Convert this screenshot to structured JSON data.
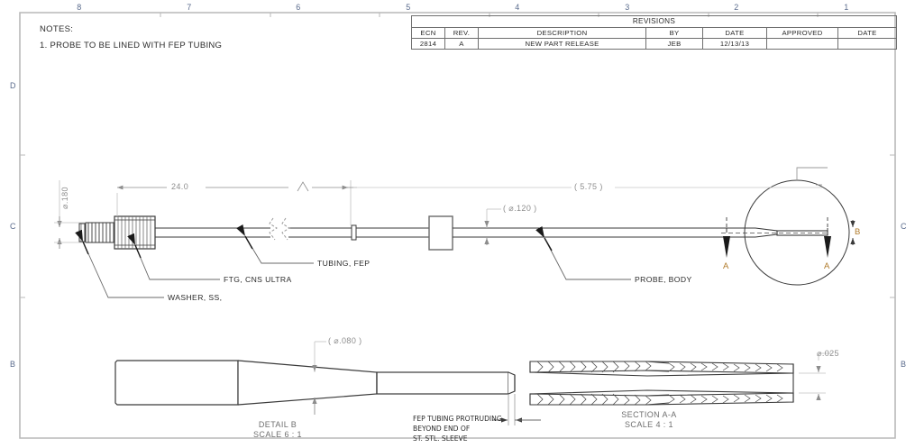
{
  "sheet": {
    "zones_top": [
      "8",
      "7",
      "6",
      "5",
      "4",
      "3",
      "2",
      "1"
    ],
    "zones_left": [
      "D",
      "C",
      "B"
    ],
    "zones_right": [
      "C",
      "B"
    ]
  },
  "notes": {
    "heading": "NOTES:",
    "items": [
      "1.  PROBE TO BE LINED WITH FEP TUBING"
    ]
  },
  "revisions": {
    "title": "REVISIONS",
    "headers": [
      "ECN",
      "REV.",
      "DESCRIPTION",
      "BY",
      "DATE",
      "APPROVED",
      "DATE"
    ],
    "rows": [
      [
        "2814",
        "A",
        "NEW PART RELEASE",
        "JEB",
        "12/13/13",
        "",
        ""
      ]
    ]
  },
  "main_view": {
    "dim_overall_length": "24.0",
    "dim_fitting_dia": "⌀.180",
    "dim_ref_length": "( 5.75 )",
    "dim_tube_dia": "( ⌀.120 )",
    "callouts": [
      {
        "text": "TUBING, FEP"
      },
      {
        "text": "FTG, CNS ULTRA"
      },
      {
        "text": "WASHER, SS,"
      },
      {
        "text": "PROBE, BODY"
      }
    ],
    "section_marks": [
      "A",
      "A",
      "B"
    ]
  },
  "detail_b": {
    "title": "DETAIL B",
    "scale": "SCALE 6 : 1",
    "dim_dia": "( ⌀.080 )",
    "note_lines": [
      "FEP TUBING PROTRUDING",
      "BEYOND END OF",
      "ST. STL. SLEEVE"
    ]
  },
  "section_aa": {
    "title": "SECTION A-A",
    "scale": "SCALE 4 : 1",
    "dim_wall": "⌀.025"
  },
  "colors": {
    "line": "#3a3a3a",
    "dim": "#8d8d8d",
    "border": "#9a9a9a",
    "zone": "#5a6b8c",
    "section_mark": "#b07a2a"
  }
}
